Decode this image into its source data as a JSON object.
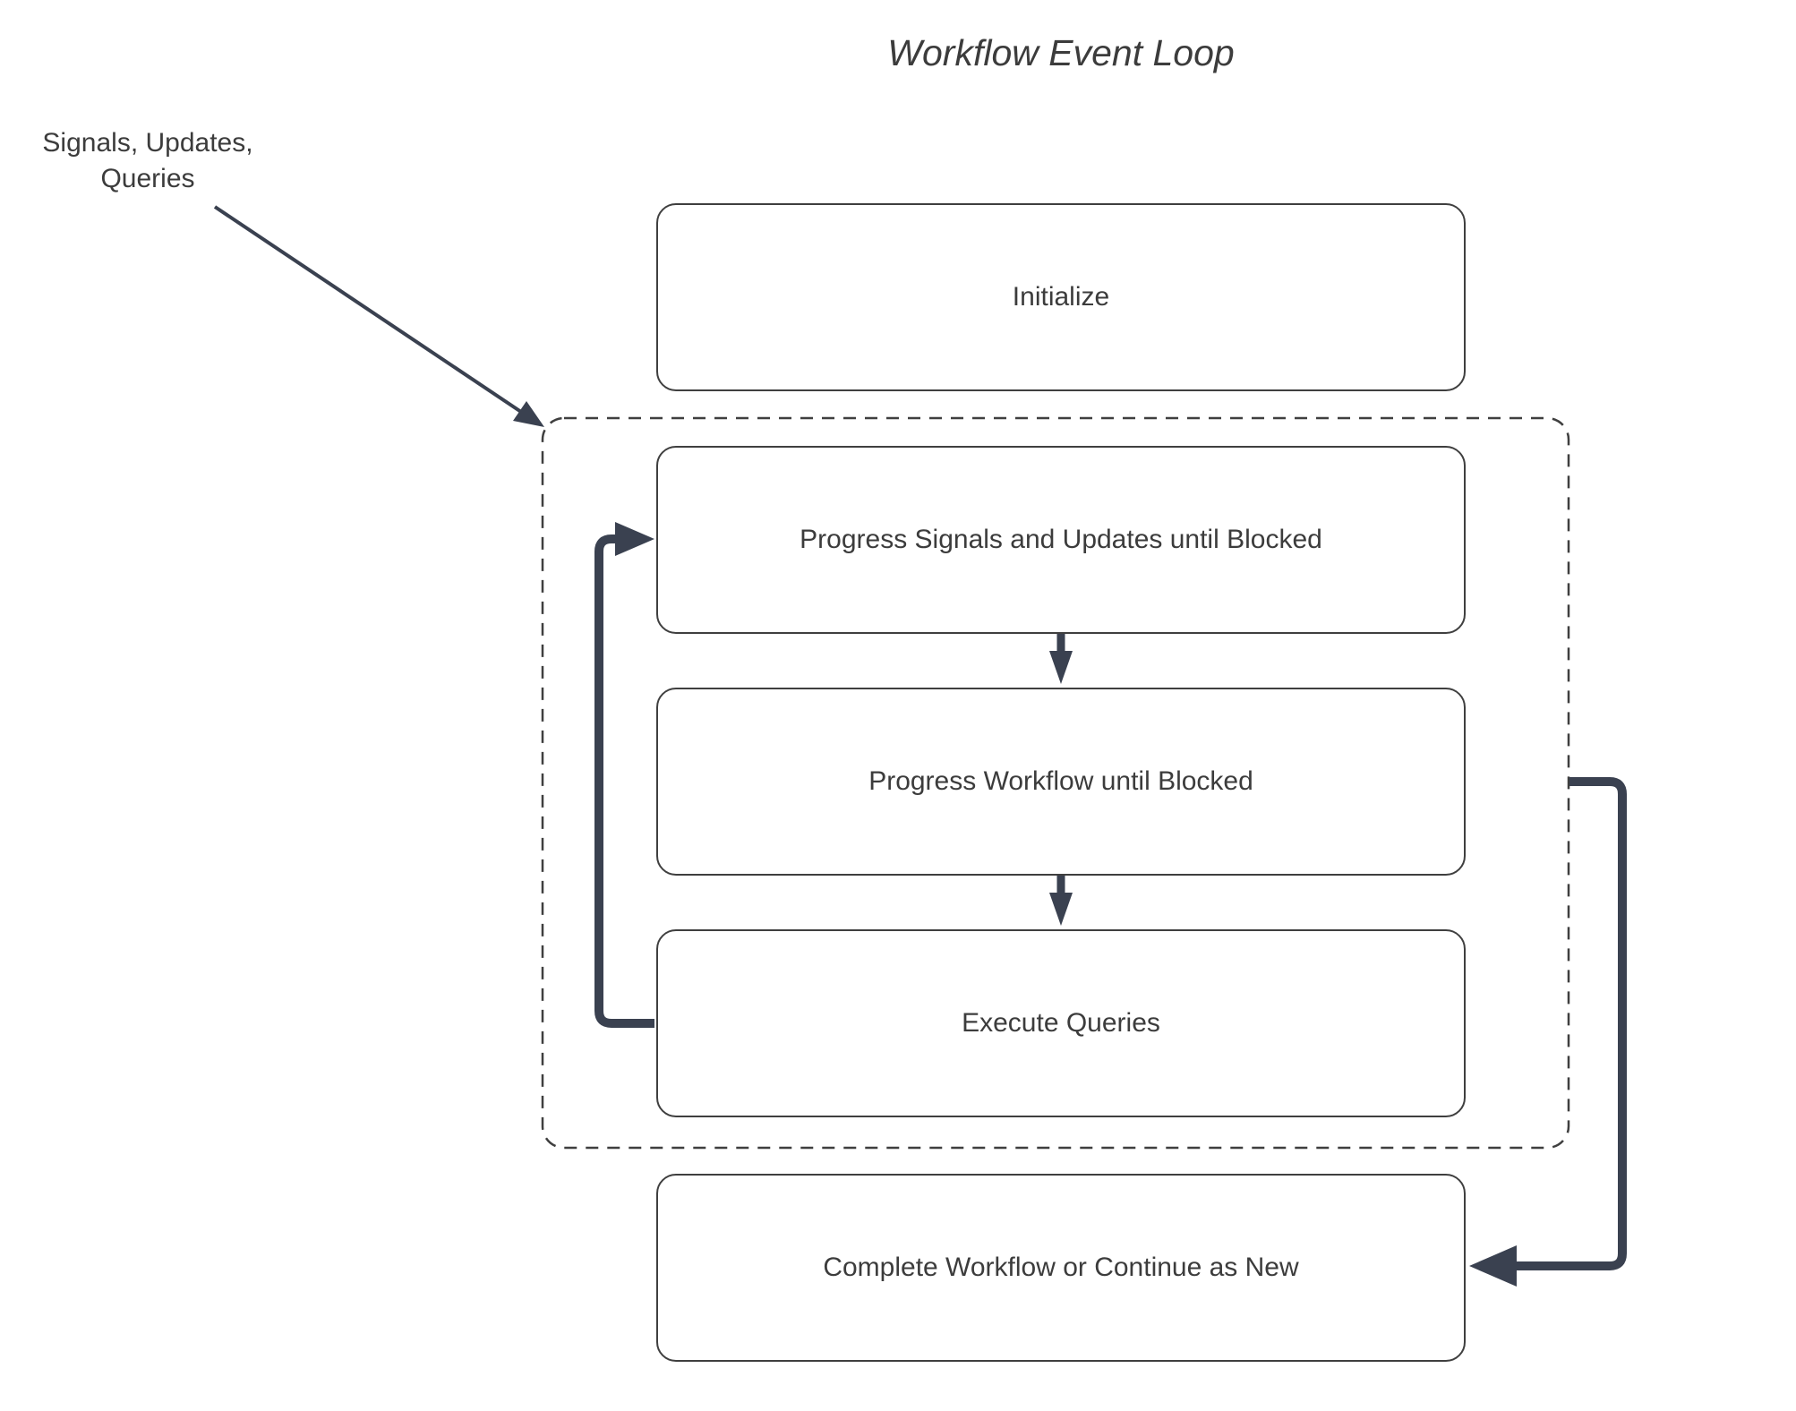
{
  "title": "Workflow Event Loop",
  "annotation": "Signals, Updates,\nQueries",
  "nodes": {
    "initialize": "Initialize",
    "progress_signals": "Progress Signals and Updates until Blocked",
    "progress_workflow": "Progress Workflow until Blocked",
    "execute_queries": "Execute Queries",
    "complete": "Complete Workflow or Continue as New"
  },
  "colors": {
    "bg": "#ffffff",
    "border": "#3f3f3f",
    "connector": "#3a4150",
    "text": "#3c3c3c"
  }
}
